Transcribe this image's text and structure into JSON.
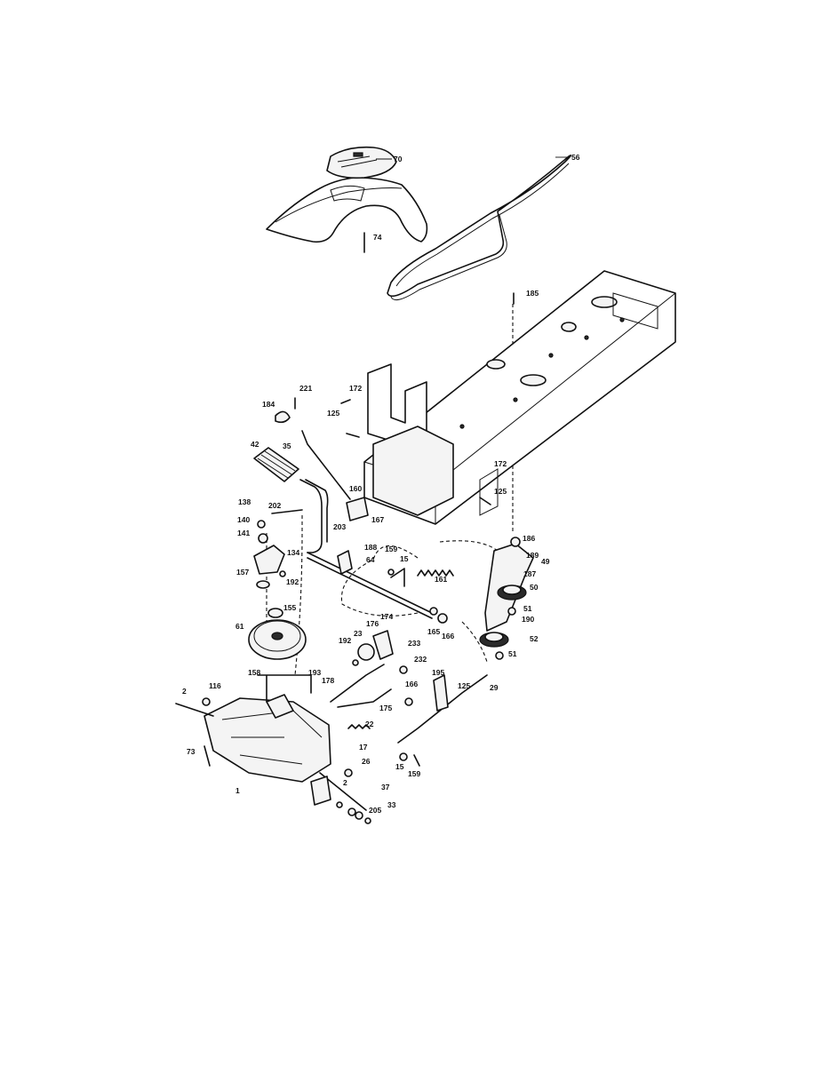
{
  "callouts": [
    {
      "id": "c56",
      "label": "56"
    },
    {
      "id": "c70",
      "label": "70"
    },
    {
      "id": "c74",
      "label": "74"
    },
    {
      "id": "c185",
      "label": "185"
    },
    {
      "id": "c221",
      "label": "221"
    },
    {
      "id": "c172a",
      "label": "172"
    },
    {
      "id": "c184",
      "label": "184"
    },
    {
      "id": "c125a",
      "label": "125"
    },
    {
      "id": "c35",
      "label": "35"
    },
    {
      "id": "c42",
      "label": "42"
    },
    {
      "id": "c172b",
      "label": "172"
    },
    {
      "id": "c125b",
      "label": "125"
    },
    {
      "id": "c160",
      "label": "160"
    },
    {
      "id": "c203",
      "label": "203"
    },
    {
      "id": "c167a",
      "label": "167"
    },
    {
      "id": "c138",
      "label": "138"
    },
    {
      "id": "c202",
      "label": "202"
    },
    {
      "id": "c140",
      "label": "140"
    },
    {
      "id": "c141",
      "label": "141"
    },
    {
      "id": "c134",
      "label": "134"
    },
    {
      "id": "c157",
      "label": "157"
    },
    {
      "id": "c192a",
      "label": "192"
    },
    {
      "id": "c155",
      "label": "155"
    },
    {
      "id": "c188",
      "label": "188"
    },
    {
      "id": "c64",
      "label": "64"
    },
    {
      "id": "c159a",
      "label": "159"
    },
    {
      "id": "c15a",
      "label": "15"
    },
    {
      "id": "c161",
      "label": "161"
    },
    {
      "id": "c186",
      "label": "186"
    },
    {
      "id": "c189",
      "label": "189"
    },
    {
      "id": "c49",
      "label": "49"
    },
    {
      "id": "c187",
      "label": "187"
    },
    {
      "id": "c50",
      "label": "50"
    },
    {
      "id": "c51a",
      "label": "51"
    },
    {
      "id": "c190",
      "label": "190"
    },
    {
      "id": "c52",
      "label": "52"
    },
    {
      "id": "c51b",
      "label": "51"
    },
    {
      "id": "c61",
      "label": "61"
    },
    {
      "id": "c23",
      "label": "23"
    },
    {
      "id": "c176",
      "label": "176"
    },
    {
      "id": "c174",
      "label": "174"
    },
    {
      "id": "c192b",
      "label": "192"
    },
    {
      "id": "c233",
      "label": "233"
    },
    {
      "id": "c165",
      "label": "165"
    },
    {
      "id": "c166a",
      "label": "166"
    },
    {
      "id": "c232",
      "label": "232"
    },
    {
      "id": "c158",
      "label": "158"
    },
    {
      "id": "c193",
      "label": "193"
    },
    {
      "id": "c178",
      "label": "178"
    },
    {
      "id": "c166b",
      "label": "166"
    },
    {
      "id": "c195",
      "label": "195"
    },
    {
      "id": "c125c",
      "label": "125"
    },
    {
      "id": "c29",
      "label": "29"
    },
    {
      "id": "c2a",
      "label": "2"
    },
    {
      "id": "c116",
      "label": "116"
    },
    {
      "id": "c175",
      "label": "175"
    },
    {
      "id": "c22",
      "label": "22"
    },
    {
      "id": "c17",
      "label": "17"
    },
    {
      "id": "c73",
      "label": "73"
    },
    {
      "id": "c26",
      "label": "26"
    },
    {
      "id": "c15b",
      "label": "15"
    },
    {
      "id": "c159b",
      "label": "159"
    },
    {
      "id": "c1",
      "label": "1"
    },
    {
      "id": "c2b",
      "label": "2"
    },
    {
      "id": "c37",
      "label": "37"
    },
    {
      "id": "c205",
      "label": "205"
    },
    {
      "id": "c33",
      "label": "33"
    }
  ]
}
